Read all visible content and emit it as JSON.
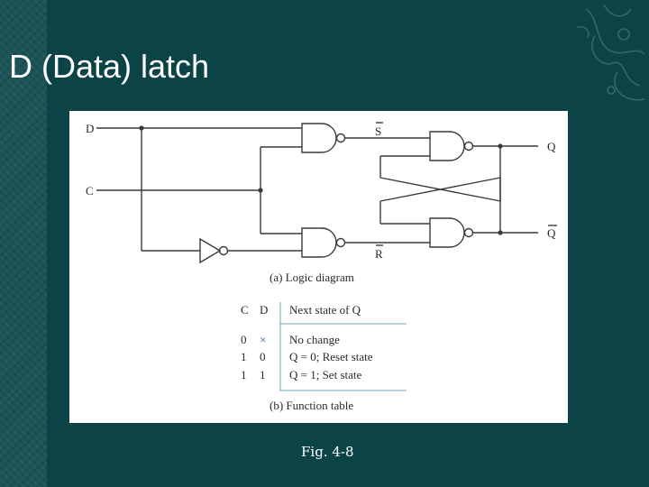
{
  "slide": {
    "title": "D (Data) latch",
    "caption": "Fig. 4-8"
  },
  "colors": {
    "background": "#0c4347",
    "strip": "#1b5357",
    "title": "#ffffff",
    "diagram_line": "#3a3a3a",
    "table_rule": "#8fb6c6"
  },
  "icons": {
    "ornament": "decorative-swirl-icon",
    "gate": "nand-gate-icon",
    "inverter": "inverter-icon"
  },
  "diagram": {
    "inputs": {
      "d": "D",
      "c": "C"
    },
    "outputs": {
      "q": "Q",
      "q_bar": "Q"
    },
    "intermediate": {
      "s_bar": "S",
      "r_bar": "R"
    },
    "caption_a": "(a) Logic diagram"
  },
  "function_table": {
    "headers": [
      "C",
      "D",
      "Next state of Q"
    ],
    "rows": [
      [
        "0",
        "×",
        "No change"
      ],
      [
        "1",
        "0",
        "Q = 0; Reset state"
      ],
      [
        "1",
        "1",
        "Q = 1; Set state"
      ]
    ],
    "caption_b": "(b) Function table"
  }
}
